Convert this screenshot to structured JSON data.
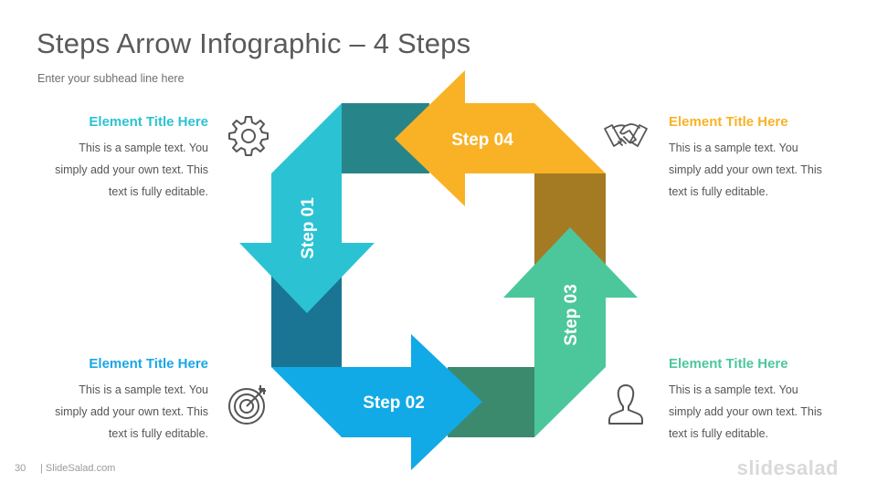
{
  "header": {
    "title": "Steps Arrow Infographic – 4 Steps",
    "subtitle": "Enter your subhead  line here"
  },
  "blocks": [
    {
      "title": "Element Title Here",
      "text": [
        "This is a sample text. You",
        "simply add your own text. This",
        "text is fully editable."
      ],
      "color": "#2BC3D3",
      "icon": "gear-icon"
    },
    {
      "title": "Element Title Here",
      "text": [
        "This is a sample text. You",
        "simply add your own text. This",
        "text is fully editable."
      ],
      "color": "#19A7E6",
      "icon": "target-icon"
    },
    {
      "title": "Element Title Here",
      "text": [
        "This is a sample text. You",
        "simply add your own text. This",
        "text is fully editable."
      ],
      "color": "#F9B226",
      "icon": "handshake-icon"
    },
    {
      "title": "Element Title Here",
      "text": [
        "This is a sample text. You",
        "simply add your own text. This",
        "text is fully editable."
      ],
      "color": "#4CC79B",
      "icon": "user-icon"
    }
  ],
  "steps": [
    {
      "label": "Step 01",
      "color": "#2BC3D3",
      "shadow": "#1A7595"
    },
    {
      "label": "Step 02",
      "color": "#11A9E6",
      "shadow": "#3C8A6E"
    },
    {
      "label": "Step 03",
      "color": "#4CC79B",
      "shadow": "#A47A22"
    },
    {
      "label": "Step 04",
      "color": "#F9B226",
      "shadow": "#278589"
    }
  ],
  "footer": {
    "page_number": "30",
    "source": "| SlideSalad.com",
    "logo": "slidesalad"
  }
}
